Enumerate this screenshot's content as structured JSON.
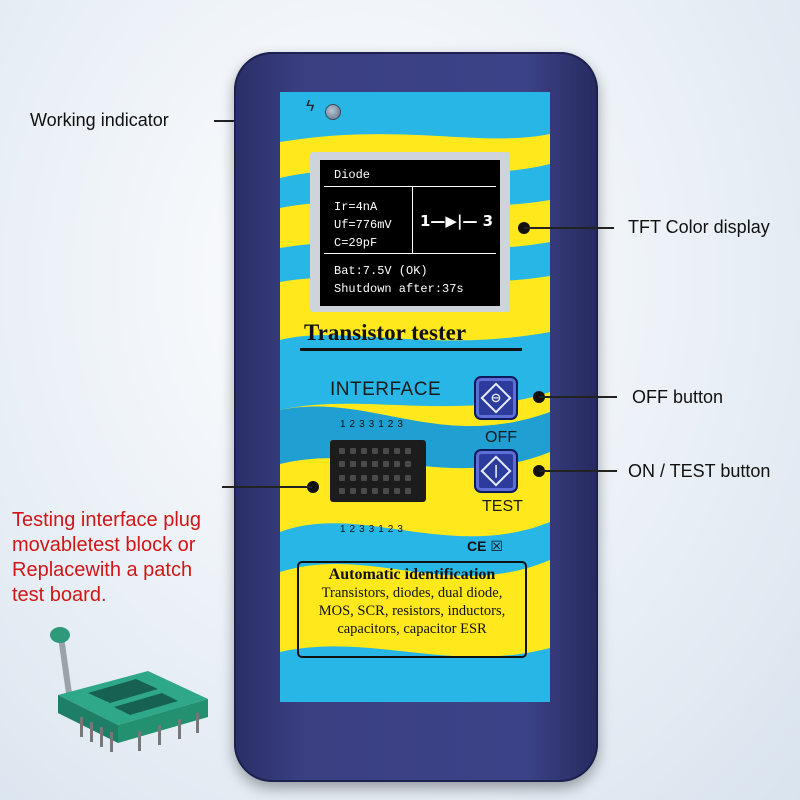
{
  "callouts": {
    "working_indicator": "Working indicator",
    "tft_display": "TFT Color display",
    "off_button": "OFF button",
    "on_test_button": "ON / TEST button",
    "testing_interface": [
      "Testing interface plug",
      "movabletest block or",
      "Replacewith a patch",
      "test board."
    ]
  },
  "screen": {
    "header": "Diode",
    "ir": "Ir=4nA",
    "uf": "Uf=776mV",
    "c": "C=29pF",
    "symbol": "1—▶|— 3",
    "battery": "Bat:7.5V (OK)",
    "shutdown": "Shutdown after:37s"
  },
  "panel": {
    "title": "Transistor tester",
    "interface_label": "INTERFACE",
    "pins_top": "1233123",
    "pins_bottom": "1233123",
    "off_label": "OFF",
    "test_label": "TEST",
    "ce_mark": "CE ☒",
    "auto": {
      "title": "Automatic identification",
      "lines": [
        "Transistors, diodes, dual diode,",
        "MOS, SCR, resistors, inductors,",
        "capacitors, capacitor ESR"
      ]
    }
  },
  "colors": {
    "device_body": "#3a4082",
    "panel_yellow": "#ffe81c",
    "panel_blue": "#27b6e6",
    "red_text": "#d01616",
    "button": "#2b3c9c"
  }
}
